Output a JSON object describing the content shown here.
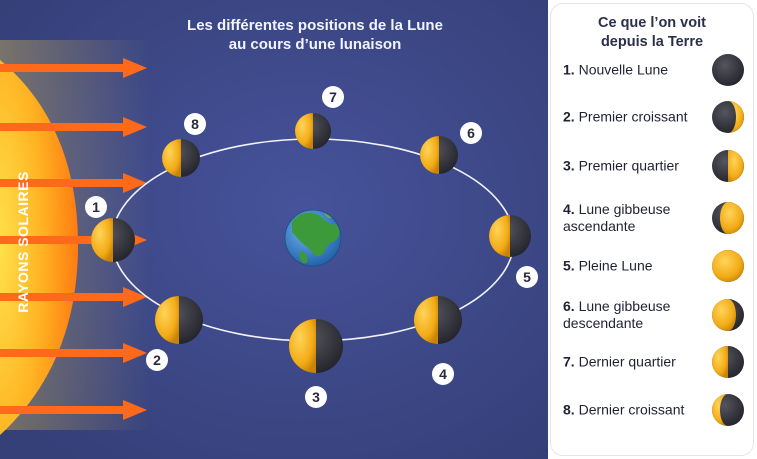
{
  "diagram": {
    "title_lines": [
      "Les différentes positions de la Lune",
      "au cours d’une lunaison"
    ],
    "sun_label": "RAYONS SOLAIRES",
    "orbit_positions": [
      {
        "number": "1"
      },
      {
        "number": "2"
      },
      {
        "number": "3"
      },
      {
        "number": "4"
      },
      {
        "number": "5"
      },
      {
        "number": "6"
      },
      {
        "number": "7"
      },
      {
        "number": "8"
      }
    ]
  },
  "legend": {
    "title_lines": [
      "Ce que l’on voit",
      "depuis la Terre"
    ],
    "items": [
      {
        "number": "1.",
        "label": "Nouvelle Lune",
        "phase": "new-moon",
        "lit_fraction": 0.0,
        "lit_side": "none"
      },
      {
        "number": "2.",
        "label": "Premier croissant",
        "phase": "waxing-crescent",
        "lit_fraction": 0.25,
        "lit_side": "right"
      },
      {
        "number": "3.",
        "label": "Premier quartier",
        "phase": "first-quarter",
        "lit_fraction": 0.5,
        "lit_side": "right"
      },
      {
        "number": "4.",
        "label": "Lune gibbeuse ascendante",
        "phase": "waxing-gibbous",
        "lit_fraction": 0.75,
        "lit_side": "right"
      },
      {
        "number": "5.",
        "label": "Pleine Lune",
        "phase": "full-moon",
        "lit_fraction": 1.0,
        "lit_side": "full"
      },
      {
        "number": "6.",
        "label": "Lune gibbeuse descendante",
        "phase": "waning-gibbous",
        "lit_fraction": 0.75,
        "lit_side": "left"
      },
      {
        "number": "7.",
        "label": "Dernier quartier",
        "phase": "last-quarter",
        "lit_fraction": 0.5,
        "lit_side": "left"
      },
      {
        "number": "8.",
        "label": "Dernier croissant",
        "phase": "waning-crescent",
        "lit_fraction": 0.25,
        "lit_side": "left"
      }
    ]
  },
  "colors": {
    "background": "#3b4681",
    "sun_core": "#ff8a10",
    "sun_glow": "#ffcf3a",
    "ray": "#ff6a1a",
    "moon_lit": "#f4b21c",
    "moon_dark": "#2e2e36",
    "earth_ocean": "#2e79c2",
    "earth_land": "#3c9a3a",
    "legend_text": "#1f2233"
  }
}
